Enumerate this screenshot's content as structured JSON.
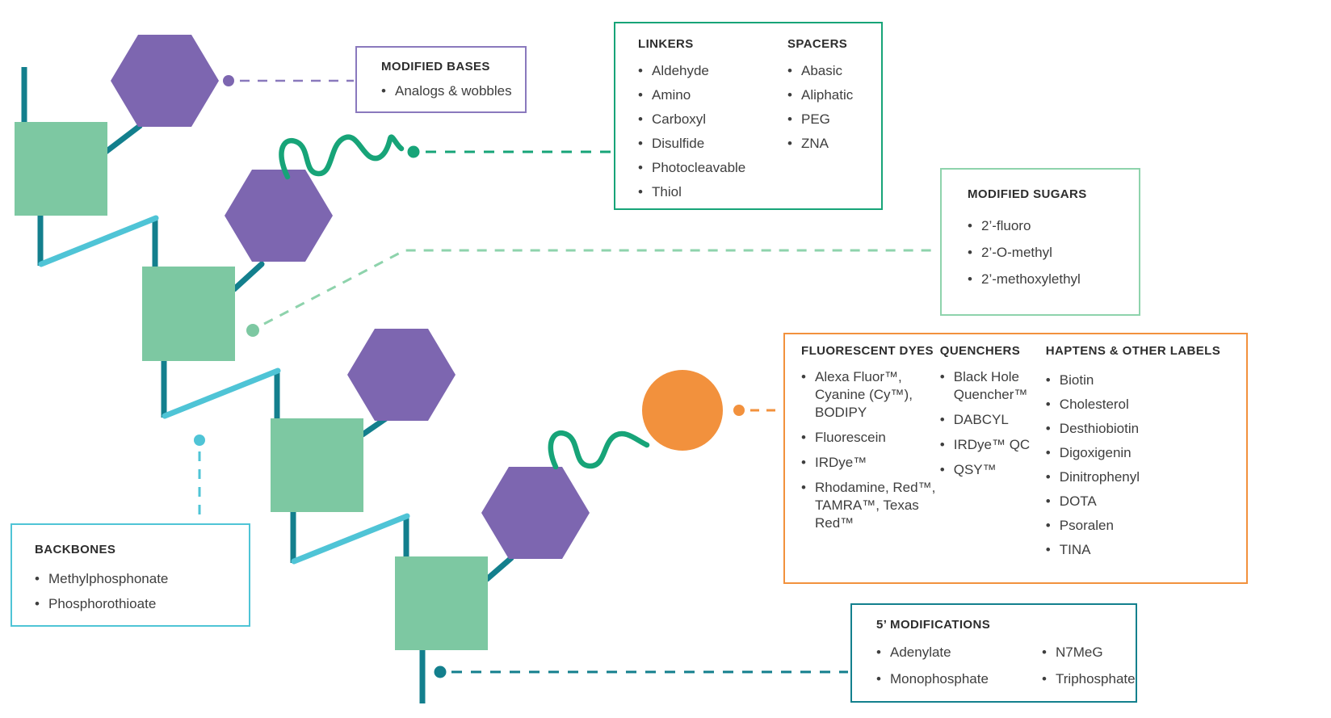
{
  "palette": {
    "sugar_square": "#7dc8a2",
    "base_hexagon": "#7d66b0",
    "backbone_teal": "#137f8d",
    "backbone_cyan": "#4fc4d6",
    "linker_squiggle_green": "#17a478",
    "dye_orange": "#f2913d",
    "sugars_accent": "#8ed3ac",
    "sugars_dot": "#7dc8a2",
    "bases_accent": "#8a79bd",
    "text": "#3e3e3e"
  },
  "callouts": {
    "modified_bases": {
      "title": "MODIFIED BASES",
      "items": [
        "Analogs & wobbles"
      ]
    },
    "linkers": {
      "title": "LINKERS",
      "items": [
        "Aldehyde",
        "Amino",
        "Carboxyl",
        "Disulfide",
        "Photocleavable",
        "Thiol"
      ]
    },
    "spacers": {
      "title": "SPACERS",
      "items": [
        "Abasic",
        "Aliphatic",
        "PEG",
        "ZNA"
      ]
    },
    "modified_sugars": {
      "title": "MODIFIED SUGARS",
      "items": [
        "2’-fluoro",
        "2’-O-methyl",
        "2’-methoxylethyl"
      ]
    },
    "fluorescent_dyes": {
      "title": "FLUORESCENT DYES",
      "items": [
        "Alexa Fluor™, Cyanine (Cy™), BODIPY",
        "Fluorescein",
        "IRDye™",
        "Rhodamine, Red™, TAMRA™, Texas Red™"
      ]
    },
    "quenchers": {
      "title": "QUENCHERS",
      "items": [
        "Black Hole Quencher™",
        "DABCYL",
        "IRDye™ QC",
        "QSY™"
      ]
    },
    "haptens": {
      "title": "HAPTENS & OTHER LABELS",
      "items": [
        "Biotin",
        "Cholesterol",
        "Desthiobiotin",
        "Digoxigenin",
        "Dinitrophenyl",
        "DOTA",
        "Psoralen",
        "TINA"
      ]
    },
    "backbones": {
      "title": "BACKBONES",
      "items": [
        "Methylphosphonate",
        "Phosphorothioate"
      ]
    },
    "five_prime": {
      "title": "5’ MODIFICATIONS",
      "items": [
        "Adenylate",
        "N7MeG",
        "Monophosphate",
        "Triphosphate"
      ]
    }
  }
}
